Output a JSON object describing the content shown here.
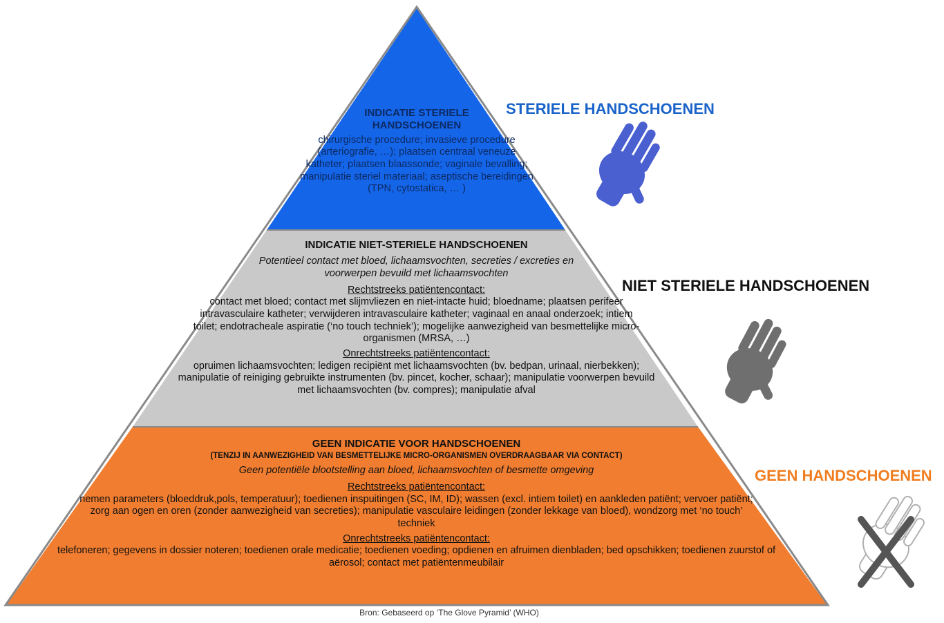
{
  "colors": {
    "sterile": "#1565e8",
    "sterile_label": "#1a63c9",
    "non_sterile": "#c9c9c9",
    "non_sterile_label": "#111111",
    "none": "#f07d30",
    "none_label": "#f07d20",
    "outline": "#8a8a8a",
    "glove_blue": "#4a5fd0",
    "glove_grey": "#6f6f6f",
    "glove_outline": "#b0b0b0",
    "cross": "#555555"
  },
  "tiers": {
    "sterile": {
      "title": "INDICATIE STERIELE HANDSCHOENEN",
      "body": "chirurgische procedure; invasieve procedure (arteriografie, …); plaatsen centraal veneuze katheter; plaatsen blaassonde; vaginale bevalling; manipulatie steriel materiaal; aseptische bereidingen (TPN, cytostatica, … )"
    },
    "non_sterile": {
      "title": "INDICATIE NIET-STERIELE HANDSCHOENEN",
      "italic": "Potentieel contact met bloed, lichaamsvochten, secreties / excreties en voorwerpen bevuild met lichaamsvochten",
      "direct_heading": "Rechtstreeks patiëntencontact:",
      "direct_body": "contact met bloed; contact met slijmvliezen en niet-intacte huid; bloedname; plaatsen perifeer intravasculaire katheter; verwijderen intravasculaire katheter; vaginaal en anaal onderzoek; intiem toilet; endotracheale aspiratie (‘no touch techniek’); mogelijke aanwezigheid van besmettelijke micro-organismen (MRSA, …)",
      "indirect_heading": "Onrechtstreeks patiëntencontact:",
      "indirect_body": "opruimen lichaamsvochten; ledigen recipiënt met lichaamsvochten (bv. bedpan, urinaal, nierbekken); manipulatie of reiniging gebruikte instrumenten (bv. pincet, kocher, schaar); manipulatie voorwerpen bevuild met lichaamsvochten (bv. compres); manipulatie afval"
    },
    "none": {
      "title": "GEEN INDICATIE VOOR HANDSCHOENEN",
      "subtitle": "(TENZIJ IN AANWEZIGHEID VAN BESMETTELIJKE MICRO-ORGANISMEN OVERDRAAGBAAR VIA CONTACT)",
      "italic": "Geen potentiële blootstelling aan bloed, lichaamsvochten of besmette omgeving",
      "direct_heading": "Rechtstreeks patiëntencontact:",
      "direct_body": "nemen parameters (bloeddruk,pols, temperatuur); toedienen inspuitingen (SC, IM, ID); wassen (excl. intiem toilet) en aankleden patiënt; vervoer patiënt; zorg aan ogen en oren (zonder aanwezigheid van secreties); manipulatie vasculaire leidingen (zonder lekkage van bloed), wondzorg met ‘no touch’ techniek",
      "indirect_heading": "Onrechtstreeks patiëntencontact:",
      "indirect_body": "telefoneren; gegevens in dossier noteren; toedienen orale medicatie; toedienen voeding; opdienen en afruimen dienbladen; bed opschikken; toedienen zuurstof of aërosol; contact met patiëntenmeubilair"
    }
  },
  "side_labels": {
    "sterile": "STERIELE HANDSCHOENEN",
    "non_sterile": "NIET STERIELE HANDSCHOENEN",
    "none": "GEEN HANDSCHOENEN"
  },
  "icons": {
    "sterile": "blue-glove-icon",
    "non_sterile": "grey-glove-icon",
    "none": "crossed-glove-icon"
  },
  "source": "Bron: Gebaseerd op ‘The Glove Pyramid’ (WHO)"
}
